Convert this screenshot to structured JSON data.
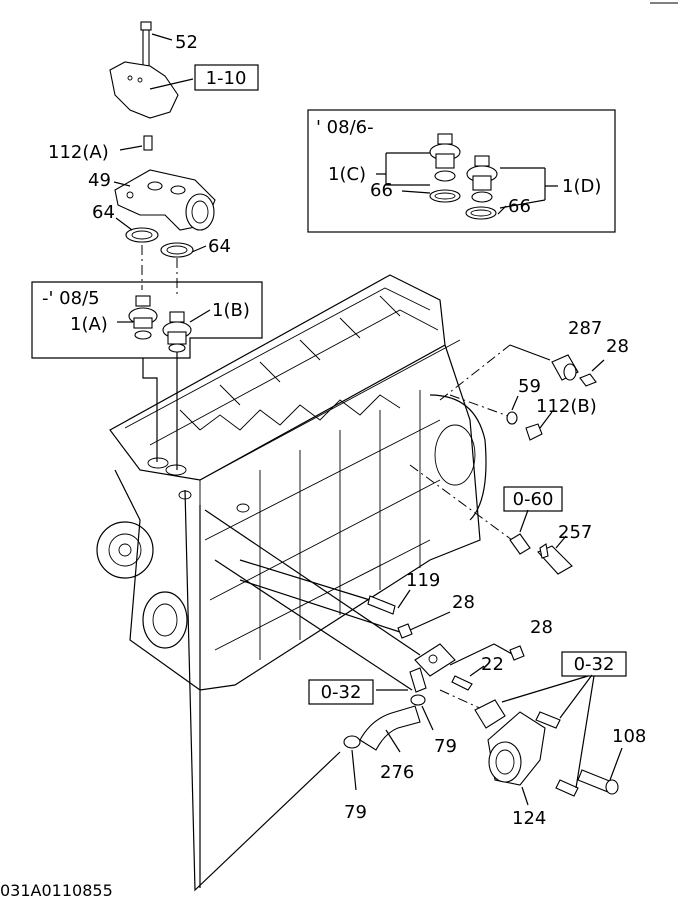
{
  "diagram": {
    "code": "031A0110855",
    "boxes": {
      "ref_1_10": "1-10",
      "ref_0_60": "0-60",
      "ref_0_32_left": "0-32",
      "ref_0_32_right": "0-32"
    },
    "inset_new": {
      "title": "' 08/6-",
      "part_c": "1(C)",
      "part_d": "1(D)",
      "ring_left": "66",
      "ring_right": "66"
    },
    "inset_old": {
      "title": "-' 08/5",
      "part_a": "1(A)",
      "part_b": "1(B)"
    },
    "labels": {
      "p52": "52",
      "p112a": "112(A)",
      "p49": "49",
      "p64a": "64",
      "p64b": "64",
      "p287": "287",
      "p28a": "28",
      "p59": "59",
      "p112b": "112(B)",
      "p257": "257",
      "p119": "119",
      "p28b": "28",
      "p28c": "28",
      "p22": "22",
      "p79a": "79",
      "p276": "276",
      "p79b": "79",
      "p108": "108",
      "p124": "124"
    }
  }
}
